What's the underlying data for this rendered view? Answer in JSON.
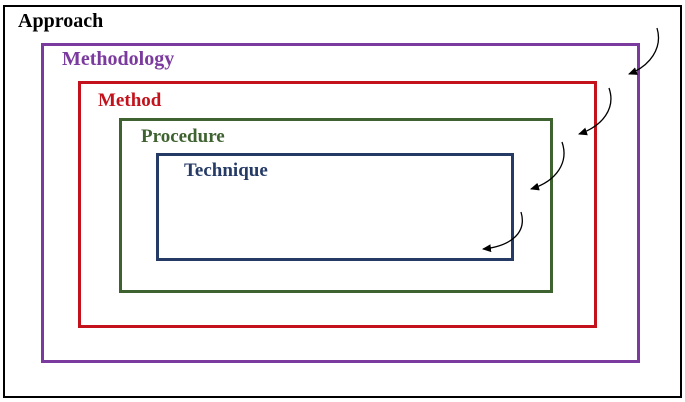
{
  "diagram": {
    "levels": [
      {
        "id": "approach",
        "label": "Approach",
        "color": "#000000"
      },
      {
        "id": "methodology",
        "label": "Methodology",
        "color": "#7b3a9e"
      },
      {
        "id": "method",
        "label": "Method",
        "color": "#c3121b"
      },
      {
        "id": "procedure",
        "label": "Procedure",
        "color": "#3f6330"
      },
      {
        "id": "technique",
        "label": "Technique",
        "color": "#253b66"
      }
    ]
  }
}
